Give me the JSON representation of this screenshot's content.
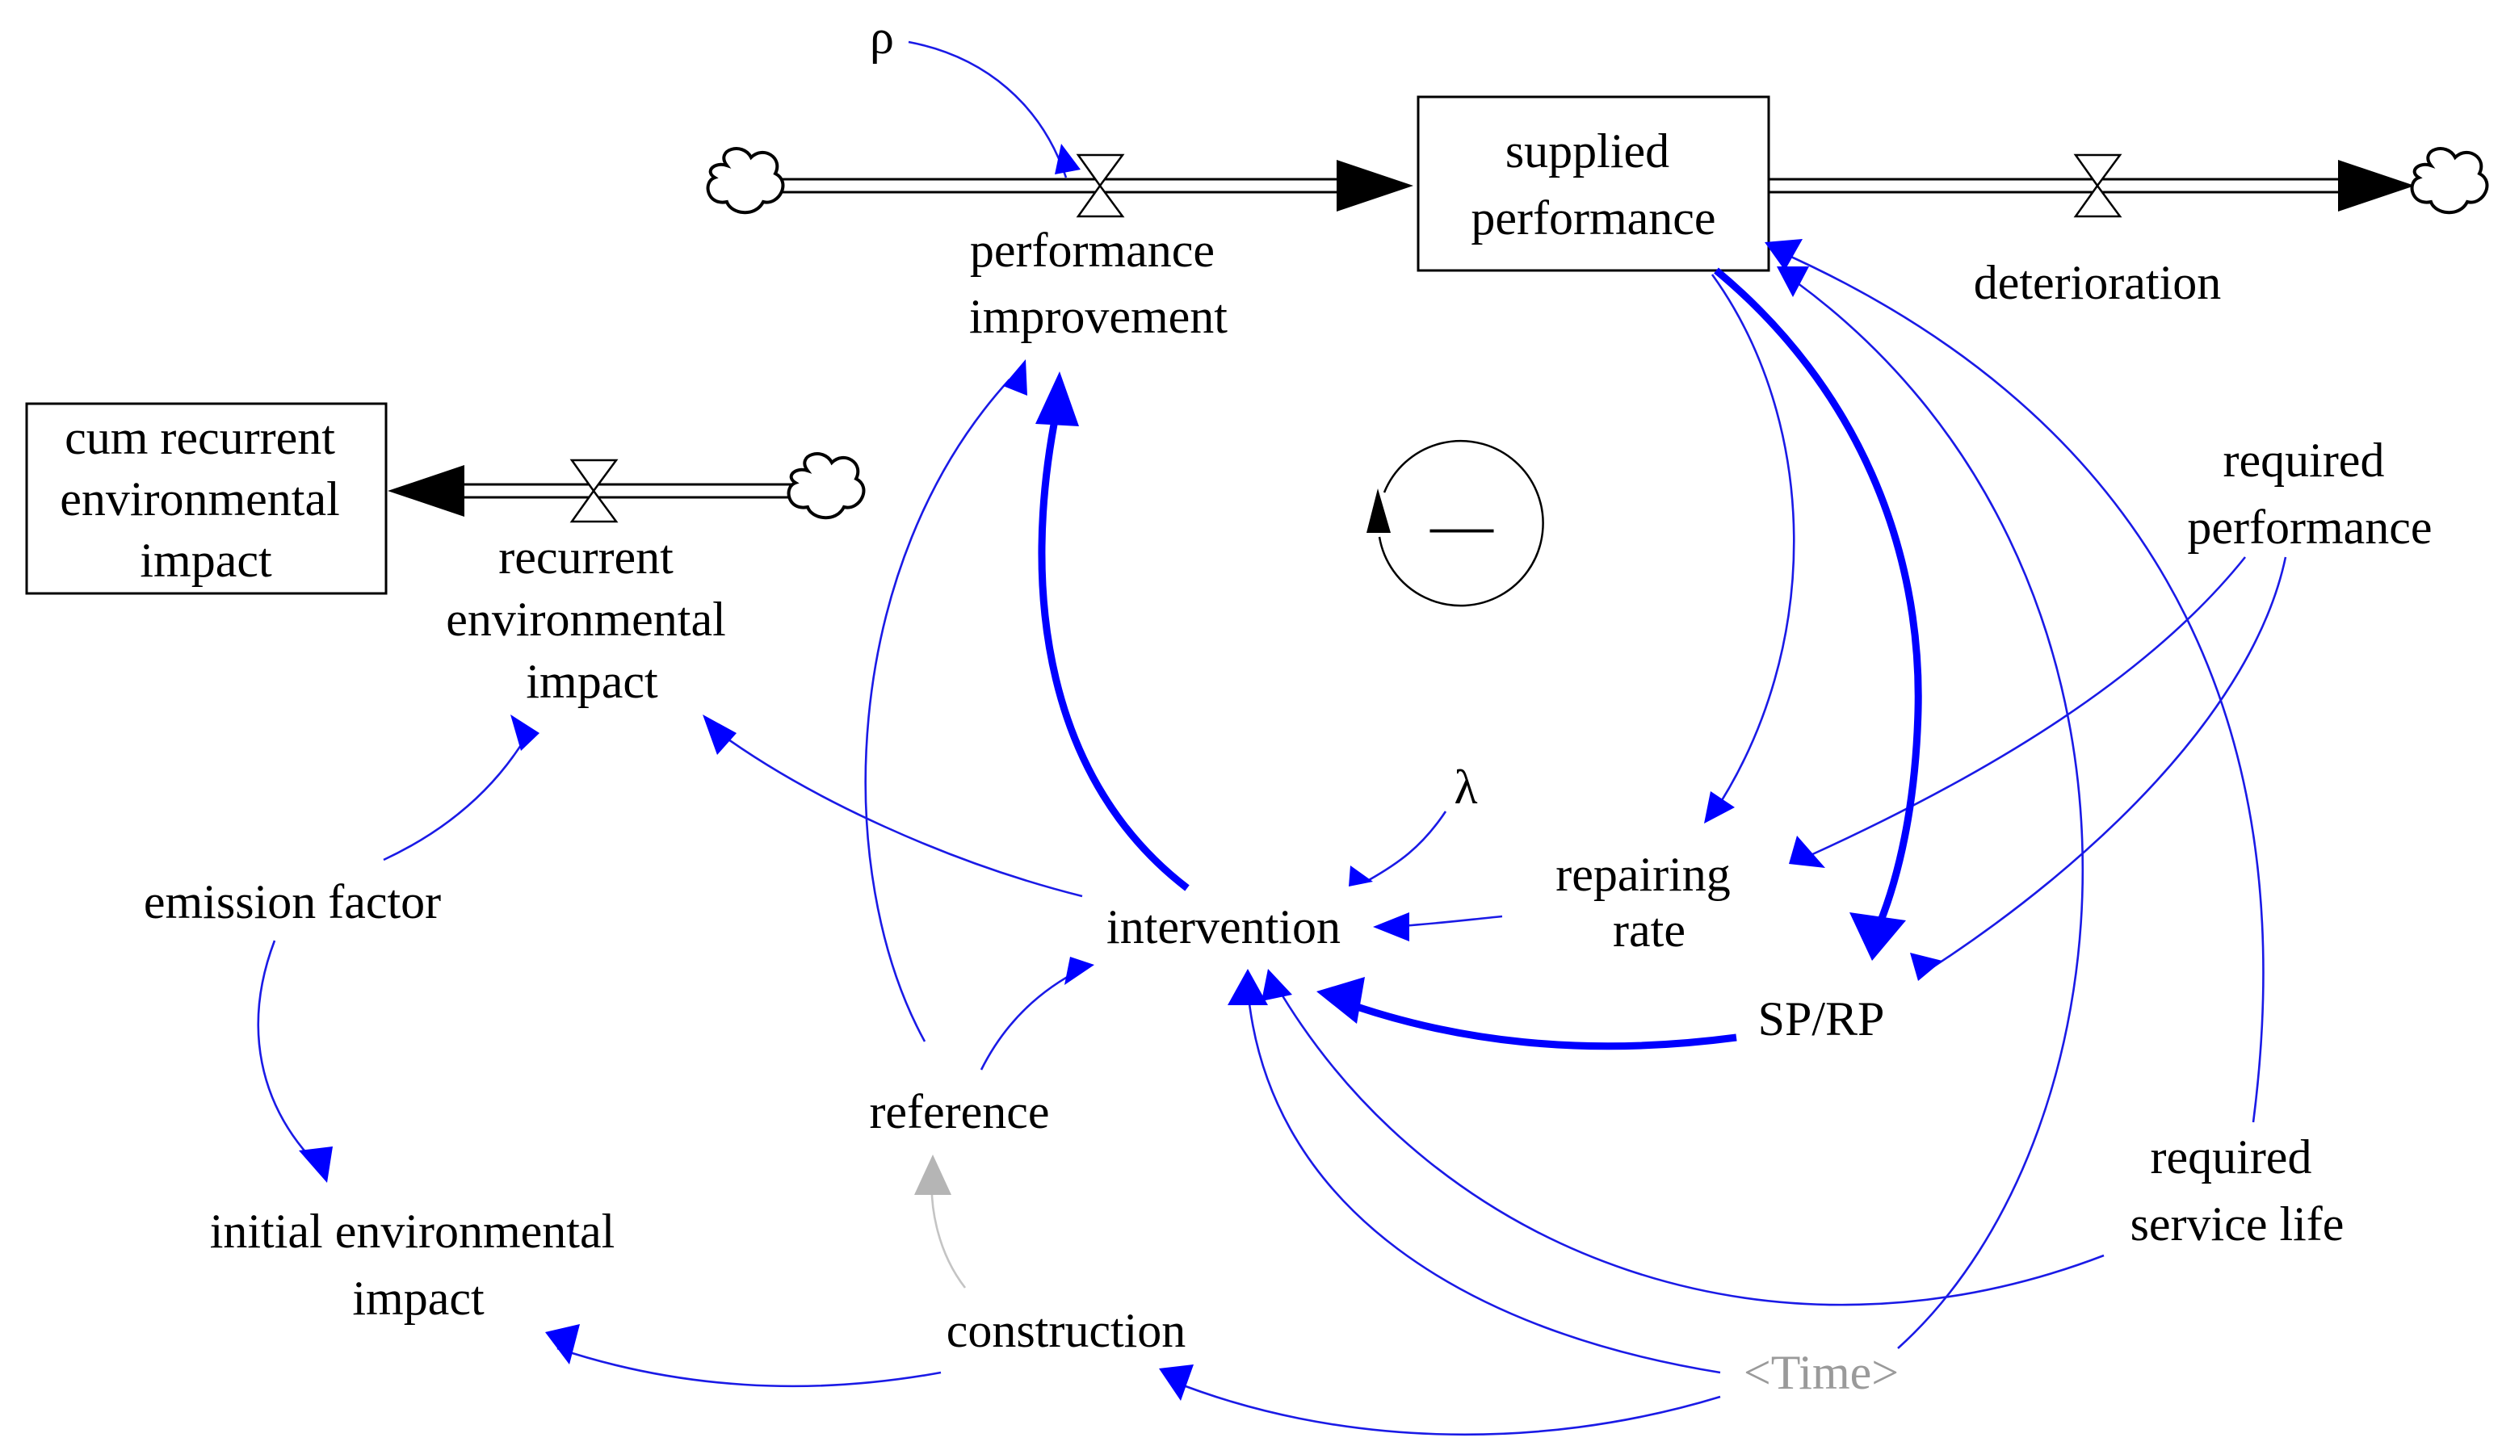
{
  "stocks": {
    "supplied_performance": [
      "supplied",
      "performance"
    ],
    "cum_recurrent_environmental_impact": [
      "cum recurrent",
      "environmental",
      "impact"
    ]
  },
  "flows": {
    "performance_improvement": [
      "performance",
      "improvement"
    ],
    "deterioration": "deterioration",
    "recurrent_environmental_impact": [
      "recurrent",
      "environmental",
      "impact"
    ]
  },
  "variables": {
    "rho": "ρ",
    "lambda": "λ",
    "repairing_rate": [
      "repairing",
      "rate"
    ],
    "intervention": "intervention",
    "sp_rp": "SP/RP",
    "required_performance": [
      "required",
      "performance"
    ],
    "required_service_life": [
      "required",
      "service life"
    ],
    "emission_factor": "emission factor",
    "initial_environmental_impact": [
      "initial environmental",
      "impact"
    ],
    "reference": "reference",
    "construction": "construction",
    "time": "<Time>"
  },
  "loop": {
    "polarity": "—",
    "direction": "counterclockwise"
  },
  "colors": {
    "link": "#1a1ae6",
    "bold_link": "#0000ff",
    "shadow_variable": "#9a9a9a",
    "stock_border": "#000000"
  }
}
